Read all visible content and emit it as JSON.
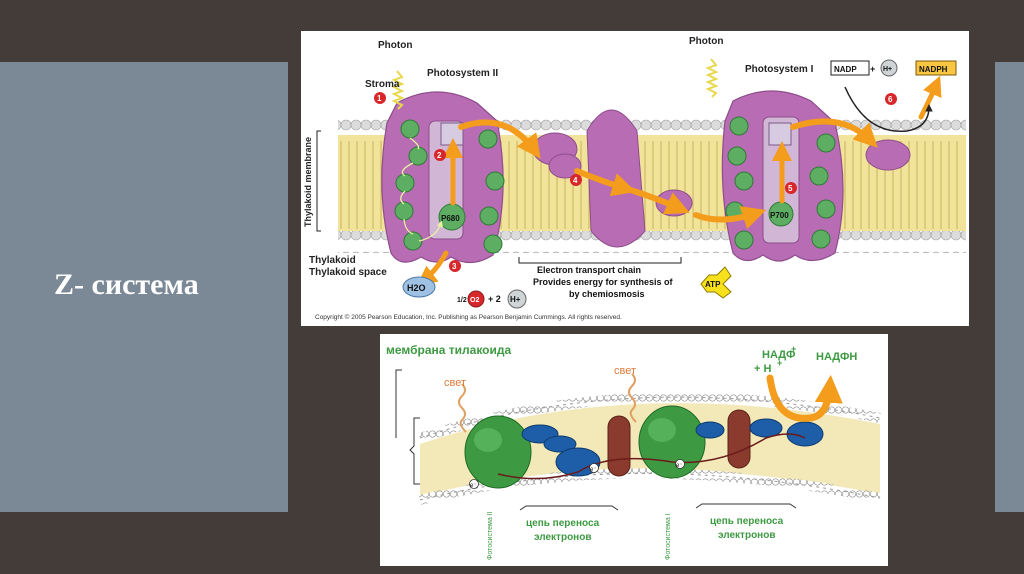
{
  "slide": {
    "title": "Z- система"
  },
  "figure_en": {
    "photon_left": "Photon",
    "photon_right": "Photon",
    "stroma": "Stroma",
    "photosystem_2": "Photosystem II",
    "photosystem_1": "Photosystem I",
    "thylakoid_membrane": "Thylakoid membrane",
    "thylakoid_space": "Thylakoid space",
    "p680": "P680",
    "p700": "P700",
    "water": "H2O",
    "oxygen_fraction": "1/2",
    "oxygen": "O2",
    "plus_two": "+ 2",
    "proton": "H+",
    "nadp": "NADP",
    "plus": "+",
    "nadph": "NADPH",
    "etc_line1": "Electron transport chain",
    "etc_line2": "Provides energy for synthesis of",
    "etc_line3": "by chemiosmosis",
    "atp": "ATP",
    "steps": [
      "1",
      "2",
      "3",
      "4",
      "5",
      "6"
    ],
    "copyright": "Copyright © 2005 Pearson Education, Inc. Publishing as Pearson Benjamin Cummings. All rights reserved."
  },
  "figure_ru": {
    "membrane_title": "мембрана тилакоида",
    "light_left": "свет",
    "light_right": "свет",
    "nadf": "НАДФ",
    "plus_h": "+ Н",
    "nadfh": "НАДФН",
    "ps2_vertical": "Фотосистема II",
    "ps1_vertical": "Фотосистема I",
    "chain_left_1": "цепь переноса",
    "chain_left_2": "электронов",
    "chain_right_1": "цепь переноса",
    "chain_right_2": "электронов",
    "electron": "e⁻"
  },
  "colors": {
    "background": "#433c39",
    "side_panel": "#7b8896",
    "protein_purple": "#b86cb4",
    "protein_inner": "#d2b6d6",
    "chlorophyll_green": "#5dae62",
    "arrow_orange": "#f49c1c",
    "lipid_yellow": "#f1e39a",
    "step_red": "#d8272a",
    "ru_green": "#3d9a42",
    "ru_blue": "#1e5ea8",
    "ru_brown": "#8a3b2e"
  }
}
